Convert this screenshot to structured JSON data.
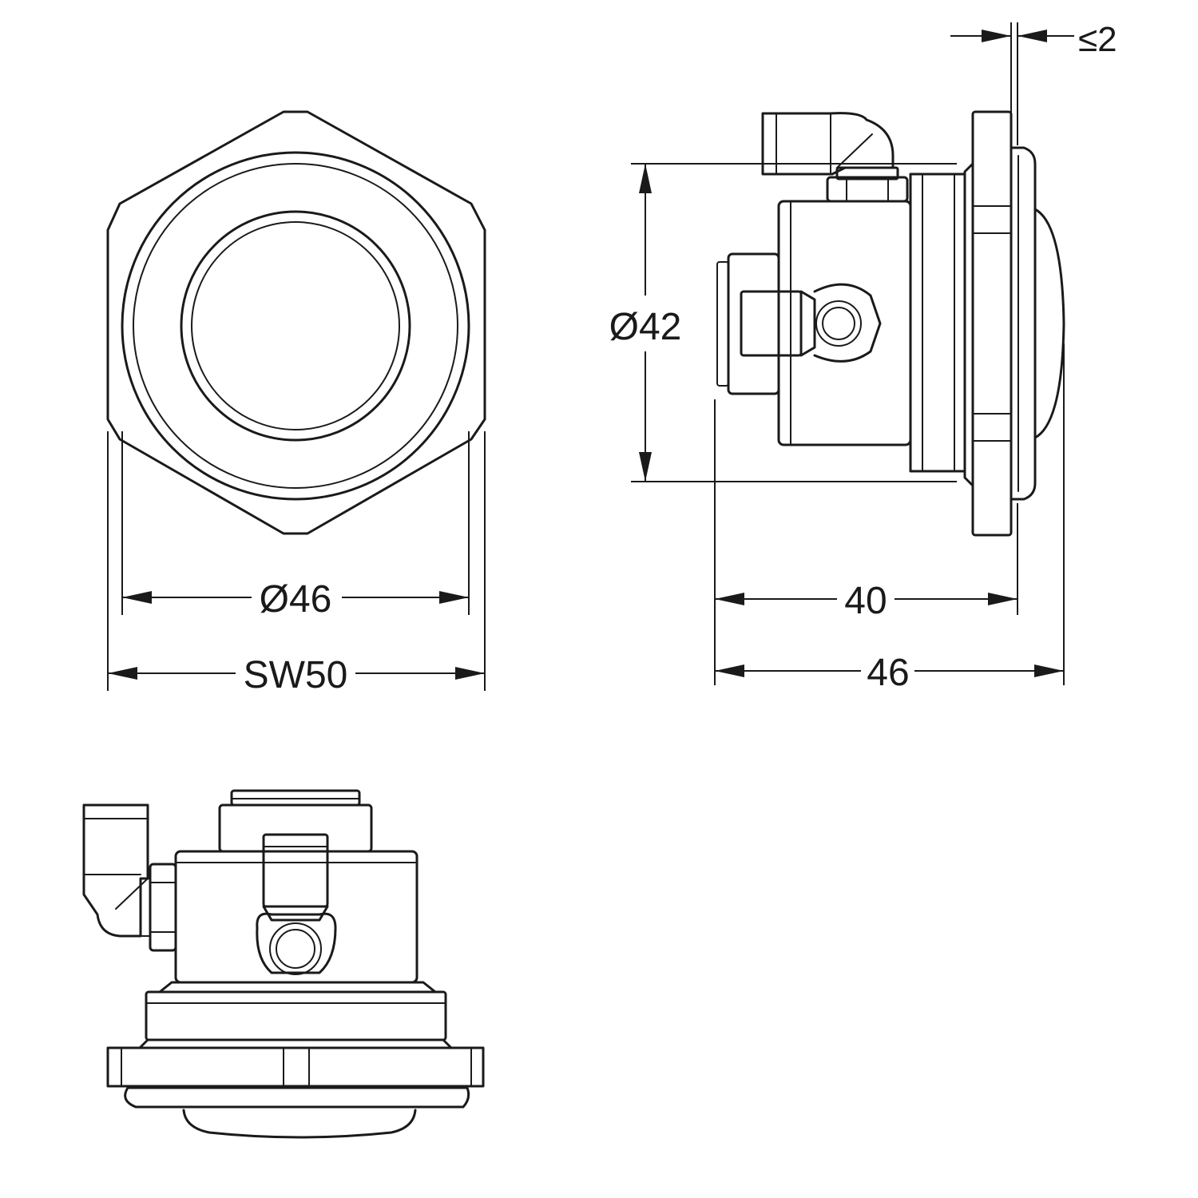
{
  "dimensions": {
    "front_diameter": "Ø46",
    "across_flats": "SW50",
    "side_diameter": "Ø42",
    "depth_short": "40",
    "depth_total": "46",
    "protrusion": "≤2"
  }
}
